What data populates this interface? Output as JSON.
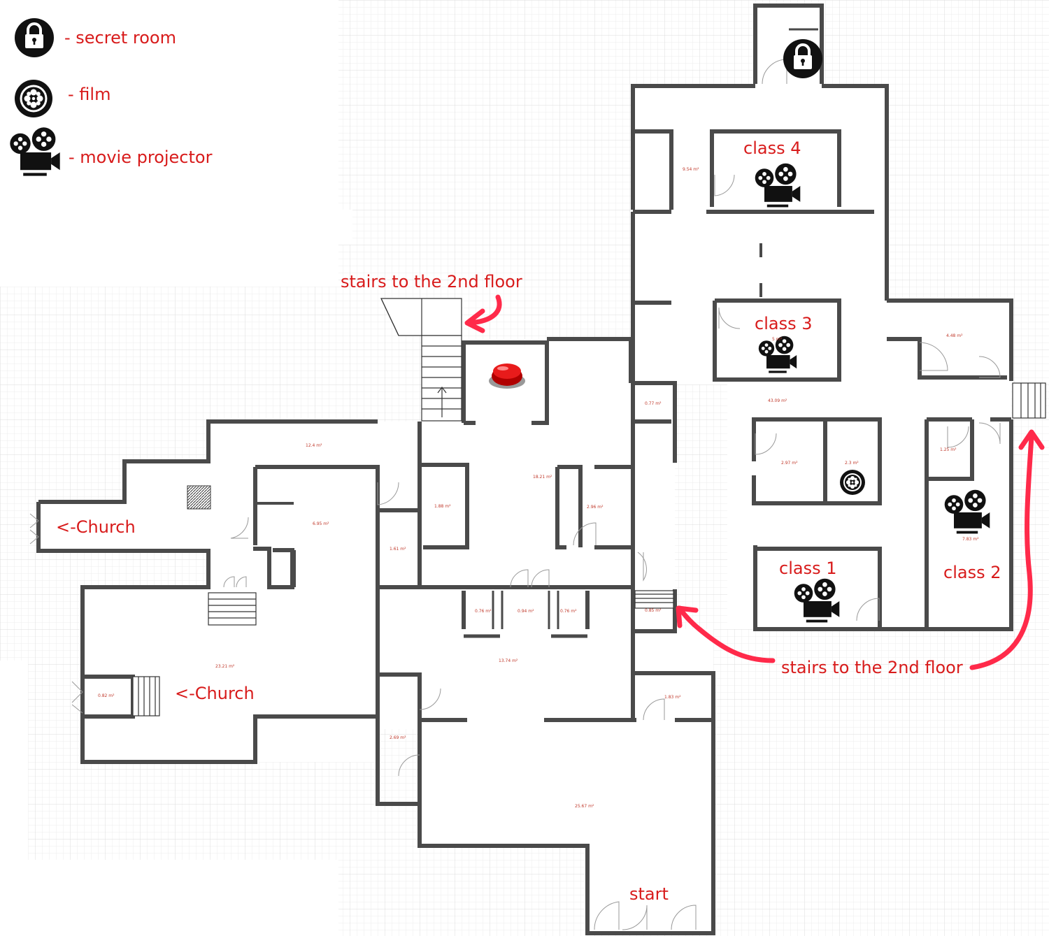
{
  "legend": {
    "secret_room": "- secret room",
    "film": "- film",
    "movie_projector": "- movie projector"
  },
  "labels": {
    "class_1": "class 1",
    "class_2": "class 2",
    "class_3": "class 3",
    "class_4": "class 4",
    "stairs_top": "stairs to the 2nd floor",
    "stairs_right": "stairs to the 2nd floor",
    "church_upper": "<-Church",
    "church_lower": "<-Church",
    "start": "start"
  },
  "areas": [
    "9.54 m²",
    "5 m²",
    "4.48 m²",
    "43.09 m²",
    "0.77 m²",
    "2.97 m²",
    "2.3 m²",
    "1.25 m²",
    "7.83 m²",
    "12.4 m²",
    "6.95 m²",
    "1.88 m²",
    "18.21 m²",
    "2.96 m²",
    "1.61 m²",
    "0.76 m²",
    "0.94 m²",
    "0.76 m²",
    "0.85 m²",
    "23.21 m²",
    "0.82 m²",
    "13.74 m²",
    "1.83 m²",
    "2.69 m²",
    "25.67 m²"
  ],
  "icons": {
    "secret_room": "padlock-icon",
    "film": "film-reel-icon",
    "movie_projector": "movie-projector-icon",
    "button": "red-button-icon"
  },
  "colors": {
    "wall": "#4a4a4a",
    "label": "#d81b1b",
    "arrow": "#ff2a4a",
    "grid": "#e6e6e6"
  }
}
